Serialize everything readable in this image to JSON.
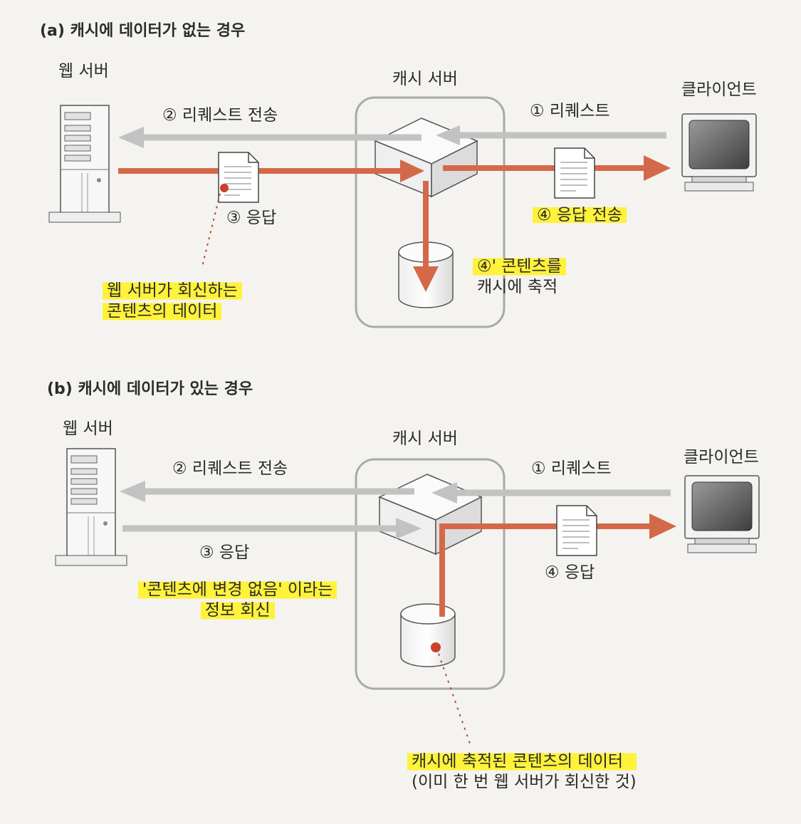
{
  "panel_a": {
    "title": "(a) 캐시에 데이터가 없는 경우",
    "web_server": "웹 서버",
    "cache_server": "캐시 서버",
    "client": "클라이언트",
    "step1": "① 리퀘스트",
    "step2": "② 리퀘스트 전송",
    "step3": "③ 응답",
    "step4": "④ 응답 전송",
    "step4p_line1": "④' 콘텐츠를",
    "step4p_line2": "캐시에 축적",
    "note_line1": "웹 서버가 회신하는",
    "note_line2": "콘텐츠의 데이터"
  },
  "panel_b": {
    "title": "(b) 캐시에 데이터가 있는 경우",
    "web_server": "웹 서버",
    "cache_server": "캐시 서버",
    "client": "클라이언트",
    "step1": "① 리퀘스트",
    "step2": "② 리퀘스트 전송",
    "step3": "③ 응답",
    "step3_note_line1": "'콘텐츠에 변경 없음' 이라는",
    "step3_note_line2": "정보 회신",
    "step4": "④ 응답",
    "note_line1": "캐시에 축적된 콘텐츠의 데이터",
    "note_line2": "(이미 한 번 웹 서버가 회신한 것)"
  },
  "colors": {
    "response_arrow": "#d4694a",
    "request_arrow": "#c2c2c2",
    "highlight": "#fff23a",
    "content_dot": "#c9412c"
  }
}
